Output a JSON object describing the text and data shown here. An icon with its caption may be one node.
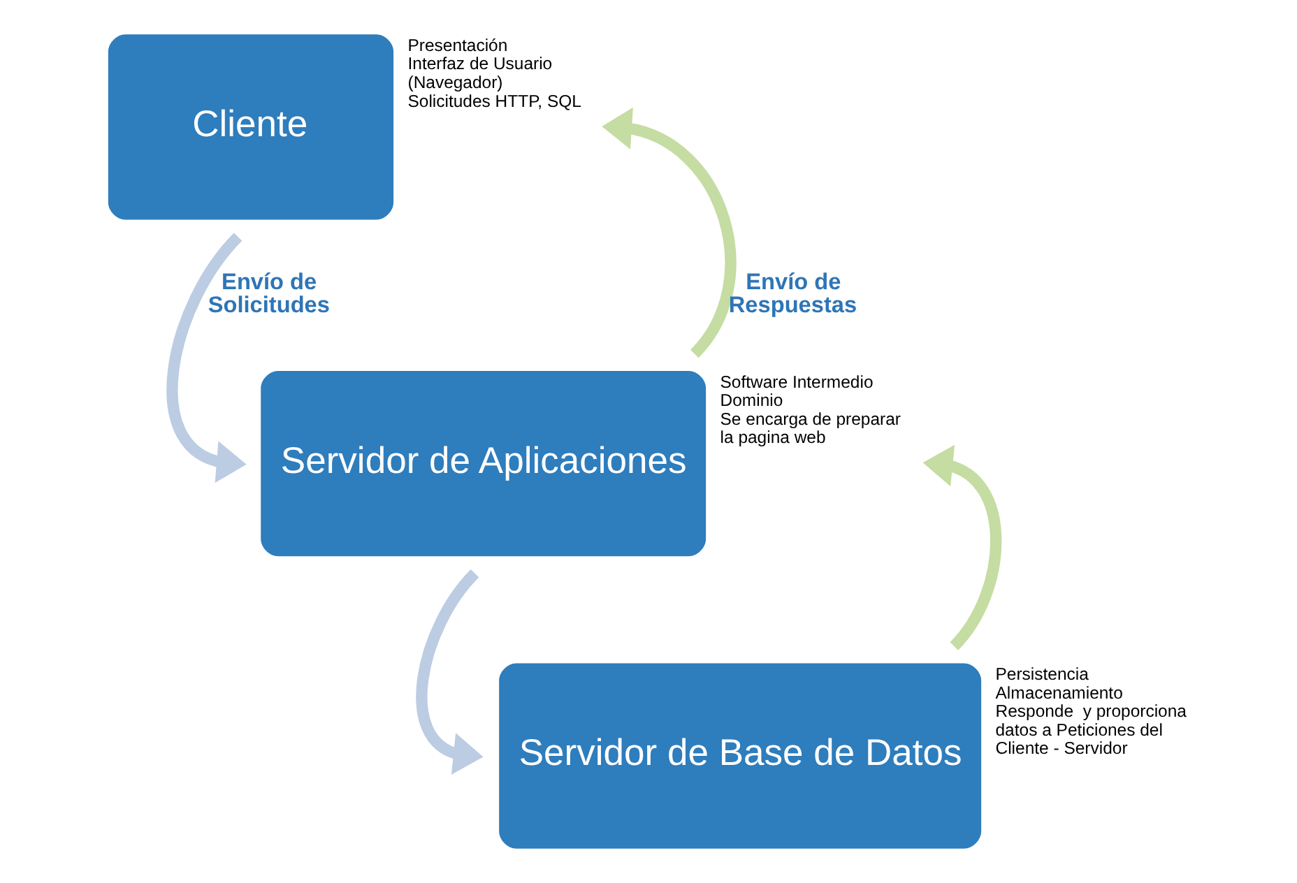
{
  "diagram": {
    "nodes": [
      {
        "text": [
          "Cliente"
        ],
        "beside": [
          "Presentación",
          "Interfaz de Usuario",
          "(Navegador)",
          "Solicitudes HTTP, SQL"
        ]
      },
      {
        "text": [
          "Servidor de Aplicaciones"
        ],
        "beside": [
          "Software Intermedio",
          "Dominio",
          "Se encarga de preparar  la pagina web"
        ]
      },
      {
        "text": [
          "Servidor de Base de Datos"
        ],
        "beside": [
          "Persistencia",
          "Almacenamiento",
          "Responde  y proporciona datos a Peticiones del Cliente - Servidor"
        ]
      }
    ],
    "edges": [
      {
        "from": 0,
        "to": 1,
        "arrow": "to",
        "label": "Envío de Solicitudes"
      },
      {
        "from": 1,
        "to": 2,
        "arrow": "to"
      },
      {
        "from": 1,
        "to": 0,
        "arrow": "to",
        "color": "#c5dca2",
        "label": "Envío de Respuestas"
      },
      {
        "from": 2,
        "to": 1,
        "arrow": "to",
        "color": "#c5dca2"
      }
    ]
  }
}
